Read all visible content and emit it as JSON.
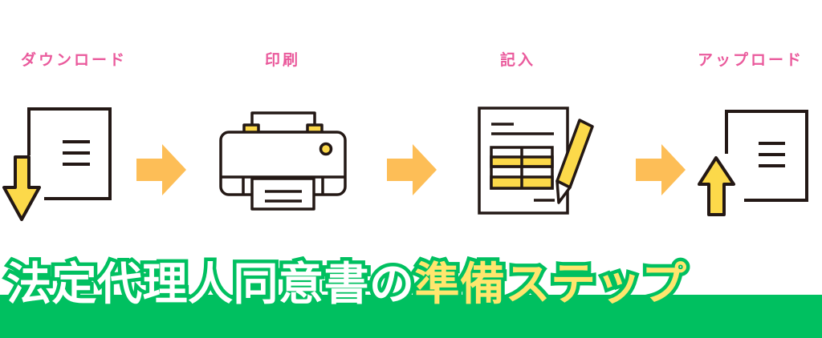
{
  "steps": [
    {
      "label": "ダウンロード",
      "icon": "download-document-icon"
    },
    {
      "label": "印刷",
      "icon": "printer-icon"
    },
    {
      "label": "記入",
      "icon": "fill-form-icon"
    },
    {
      "label": "アップロード",
      "icon": "upload-document-icon"
    }
  ],
  "title": {
    "part1": "法定代理人同意書の",
    "part2": "準備ステップ"
  },
  "colors": {
    "label": "#ea5a9c",
    "arrow": "#fdbe57",
    "accent_yellow": "#fcd94a",
    "green": "#00c060",
    "title_highlight": "#ffe66d",
    "line": "#231815"
  }
}
